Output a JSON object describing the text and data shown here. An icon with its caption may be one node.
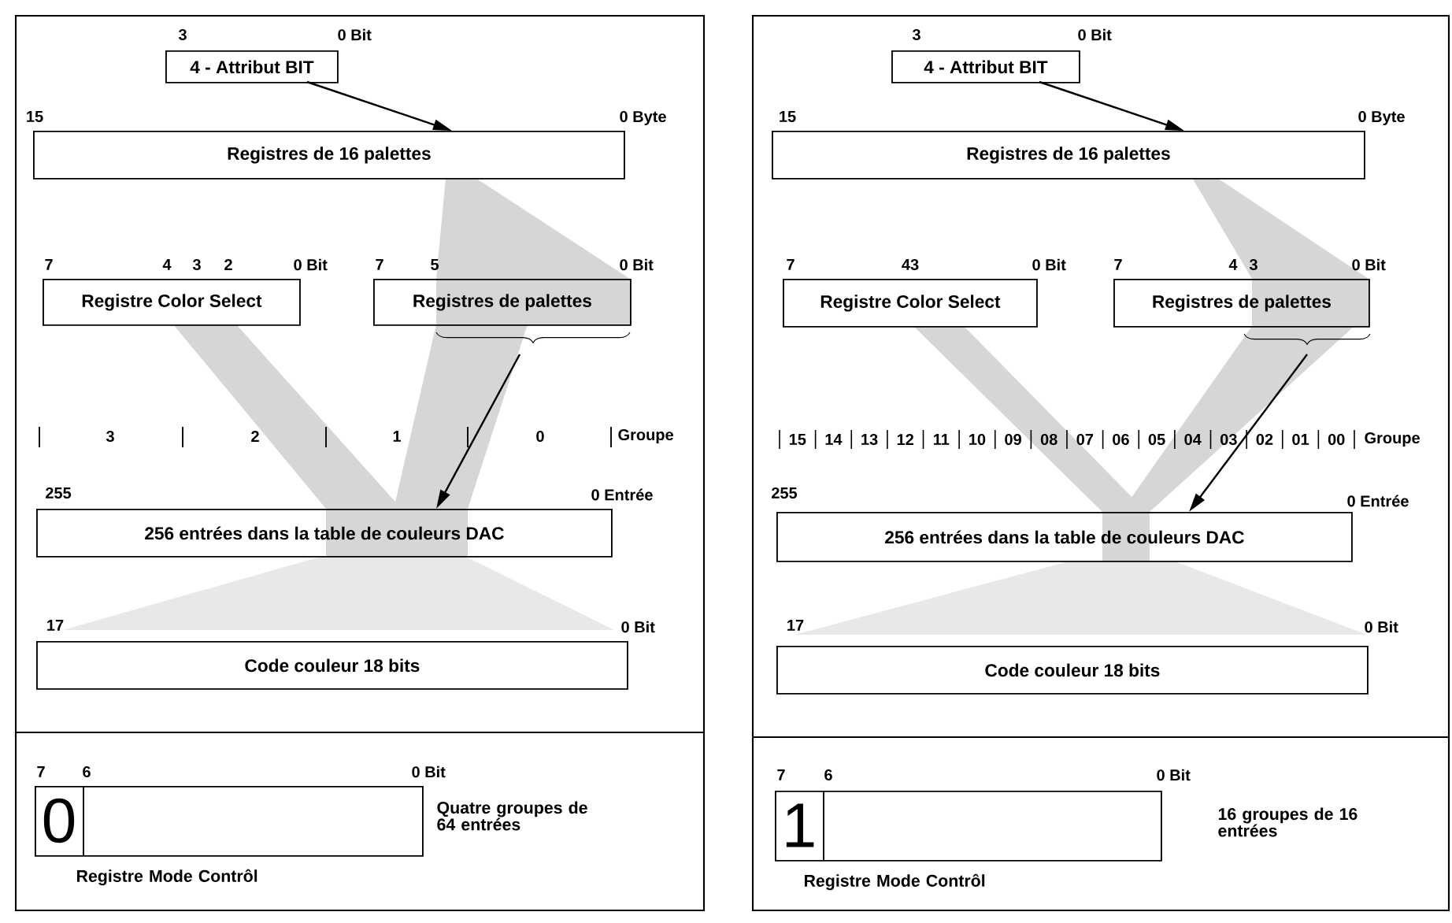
{
  "diagram": {
    "nodes": [
      {
        "text": [
          "4 - Attribut BIT"
        ]
      },
      {
        "text": [
          "Registres de 16 palettes"
        ]
      },
      {
        "text": [
          "Registre Color Select"
        ]
      },
      {
        "text": [
          "Registres de palettes"
        ]
      },
      {
        "text": [
          "256 entrées dans la table de couleurs DAC"
        ]
      },
      {
        "text": [
          "Code couleur 18 bits"
        ]
      },
      {
        "text": [
          "0"
        ],
        "beside": [
          "Quatre groupes de 64 entrées",
          "Registre Mode Contrôl"
        ]
      },
      {
        "text": [
          "4 - Attribut BIT"
        ]
      },
      {
        "text": [
          "Registres de 16 palettes"
        ]
      },
      {
        "text": [
          "Registre Color Select"
        ]
      },
      {
        "text": [
          "Registres de palettes"
        ]
      },
      {
        "text": [
          "256 entrées dans la table de couleurs DAC"
        ]
      },
      {
        "text": [
          "Code couleur 18 bits"
        ]
      },
      {
        "text": [
          "1"
        ],
        "beside": [
          "16 groupes de 16 entrées",
          "Registre Mode Contrôl"
        ]
      }
    ],
    "edges": [
      {
        "from": 0,
        "to": 1,
        "arrow": "to"
      },
      {
        "from": 3,
        "to": 4,
        "arrow": "to"
      },
      {
        "from": 7,
        "to": 8,
        "arrow": "to"
      },
      {
        "from": 10,
        "to": 11,
        "arrow": "to"
      }
    ],
    "labels": [
      "3",
      "0 Bit",
      "15",
      "0 Byte",
      "7",
      "4",
      "3",
      "2",
      "0 Bit",
      "7",
      "5",
      "0 Bit",
      "3",
      "2",
      "1",
      "0",
      "Groupe",
      "255",
      "0 Entrée",
      "17",
      "0 Bit",
      "7",
      "6",
      "0 Bit",
      "3",
      "0 Bit",
      "15",
      "0 Byte",
      "7",
      "43",
      "0 Bit",
      "7",
      "4",
      "3",
      "0 Bit",
      "15",
      "14",
      "13",
      "12",
      "11",
      "10",
      "09",
      "08",
      "07",
      "06",
      "05",
      "04",
      "03",
      "02",
      "01",
      "00",
      "Groupe",
      "255",
      "0 Entrée",
      "17",
      "0 Bit",
      "7",
      "6",
      "0 Bit"
    ]
  }
}
